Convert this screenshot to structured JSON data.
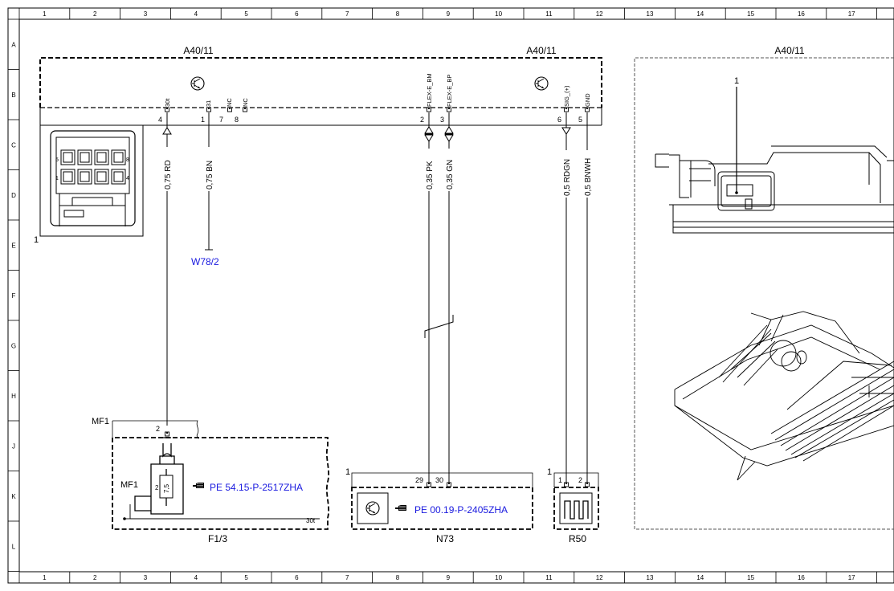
{
  "grid": {
    "columns": [
      "1",
      "2",
      "3",
      "4",
      "5",
      "6",
      "7",
      "8",
      "9",
      "10",
      "11",
      "12",
      "13",
      "14",
      "15",
      "16",
      "17"
    ],
    "rows": [
      "A",
      "B",
      "C",
      "D",
      "E",
      "F",
      "G",
      "H",
      "J",
      "K",
      "L"
    ]
  },
  "modules": {
    "left_title": "A40/11",
    "mid_title": "A40/11",
    "right_title": "A40/11"
  },
  "connector_view": {
    "item_label": "1",
    "pin_labels": [
      "5",
      "8",
      "1",
      "4"
    ]
  },
  "pins": {
    "30t": {
      "sig": "30t",
      "num": "4"
    },
    "31": {
      "sig": "31",
      "num": "1"
    },
    "nc1": {
      "sig": "NC",
      "num": "7"
    },
    "nc2": {
      "sig": "NC",
      "num": "8"
    },
    "flex_bm": {
      "sig": "FLEX-E_BM",
      "num": "2"
    },
    "flex_bp": {
      "sig": "FLEX-E_BP",
      "num": "3"
    },
    "sig": {
      "sig": "SIG_(+)",
      "num": "6"
    },
    "gnd": {
      "sig": "GND",
      "num": "5"
    }
  },
  "wires": {
    "rd": "0,75 RD",
    "bn": "0,75 BN",
    "pk": "0,35 PK",
    "gn": "0,35 GN",
    "rdgn": "0,5 RDGN",
    "bnwh": "0,5 BNWH"
  },
  "ground_ref": "W78/2",
  "fuse": {
    "mf_top": "MF1",
    "mf_inner": "MF1",
    "pin_top": "2",
    "pin_inner": "2",
    "rating": "7,5",
    "ref": "PE 54.15-P-2517ZHA",
    "terminal": "30t",
    "name": "F1/3"
  },
  "n73": {
    "pin_group": "1",
    "pin_a": "29",
    "pin_b": "30",
    "ref": "PE 00.19-P-2405ZHA",
    "name": "N73"
  },
  "r50": {
    "pin_group": "1",
    "pin_a": "1",
    "pin_b": "2",
    "name": "R50"
  },
  "component_view": {
    "item_label": "1"
  },
  "icons": [
    "hand-pointer-icon",
    "transistor-icon",
    "heater-icon"
  ],
  "colors": {
    "reference_link": "#1a1adf",
    "line": "#000000",
    "frame_dashed": "#555555"
  }
}
